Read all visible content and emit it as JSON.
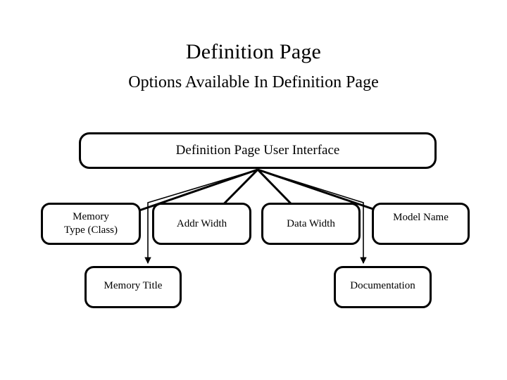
{
  "page": {
    "title": "Definition Page",
    "subtitle": "Options Available In Definition Page",
    "background_color": "#ffffff",
    "line_color": "#000000"
  },
  "diagram": {
    "type": "tree",
    "root": {
      "label": "Definition Page User Interface"
    },
    "level1": [
      {
        "label": "Memory\nType (Class)"
      },
      {
        "label": "Addr Width"
      },
      {
        "label": "Data Width"
      },
      {
        "label": "Model Name"
      }
    ],
    "level2": [
      {
        "label": "Memory Title"
      },
      {
        "label": "Documentation"
      }
    ]
  }
}
